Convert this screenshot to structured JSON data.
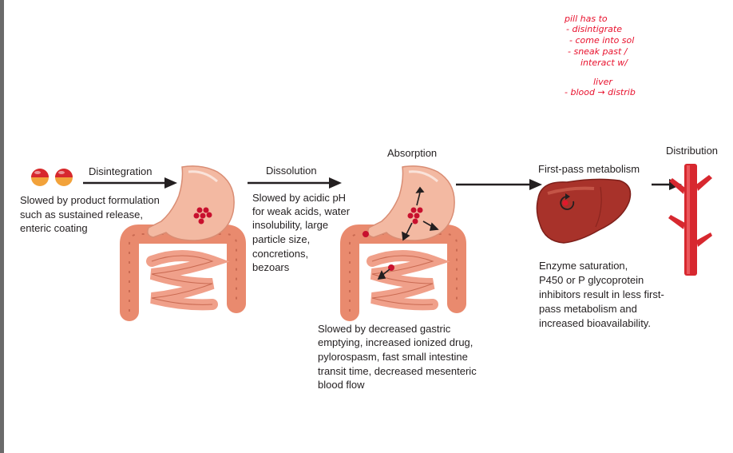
{
  "handwritten_notes": {
    "line1": "pill has to",
    "line2": "- disintigrate",
    "line3": "- come into sol",
    "line4": "- sneak past /",
    "line5": "interact w/",
    "line6": "liver",
    "line7": "- blood → distrib"
  },
  "stages": {
    "disintegration": {
      "label": "Disintegration",
      "note_lines": [
        "Slowed by product formulation",
        "such as sustained release,",
        "enteric coating"
      ]
    },
    "dissolution": {
      "label": "Dissolution",
      "note_lines": [
        "Slowed by acidic pH",
        "for weak acids, water",
        "insolubility, large",
        "particle size,",
        "concretions,",
        "bezoars"
      ]
    },
    "absorption": {
      "label": "Absorption",
      "note_lines": [
        "Slowed by decreased gastric",
        "emptying, increased ionized drug,",
        "pylorospasm, fast small intestine",
        "transit time, decreased mesenteric",
        "blood flow"
      ]
    },
    "first_pass": {
      "label": "First-pass metabolism",
      "note_lines": [
        "Enzyme saturation,",
        "P450 or P glycoprotein",
        "inhibitors result in less first-",
        "pass metabolism and",
        "increased bioavailability."
      ]
    },
    "distribution": {
      "label": "Distribution"
    }
  },
  "colors": {
    "drug_red": "#c8102e",
    "stomach": "#f3b9a2",
    "intestine": "#e98a6e",
    "liver": "#a8322a",
    "vessel": "#d7282f",
    "annotation_red": "#e8112d"
  }
}
